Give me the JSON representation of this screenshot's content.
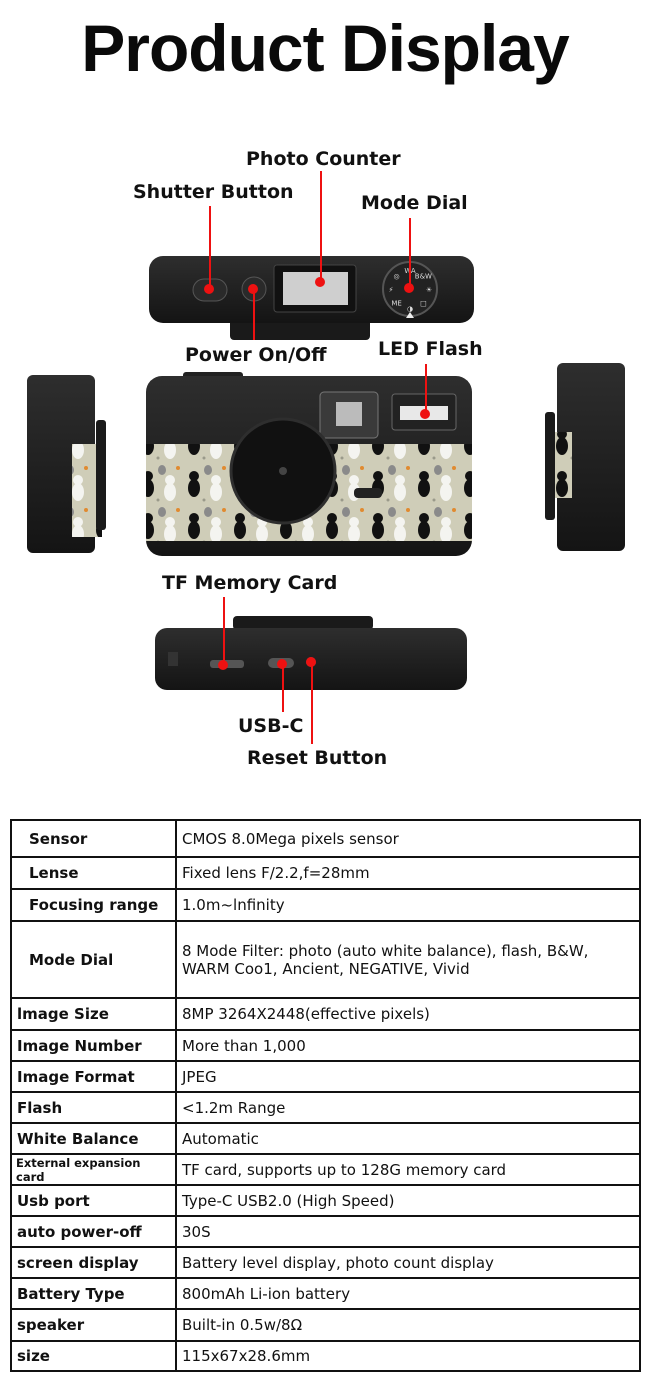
{
  "title": "Product Display",
  "labels": {
    "photo_counter": "Photo Counter",
    "shutter_button": "Shutter Button",
    "mode_dial": "Mode Dial",
    "power": "Power On/Off",
    "led_flash": "LED Flash",
    "tf_card": "TF Memory Card",
    "usb_c": "USB-C",
    "reset_button": "Reset Button"
  },
  "dial_marks": [
    "WA",
    "B&W",
    "☀",
    "□",
    "◑",
    "ME",
    "⚡",
    "◎"
  ],
  "colors": {
    "accent": "#e11111",
    "camera_body": "#1c1c1c",
    "pattern_bg": "#cfcdb8"
  },
  "specs": [
    {
      "key": "Sensor",
      "value": "CMOS 8.0Mega pixels sensor"
    },
    {
      "key": "Lense",
      "value": "Fixed lens F/2.2,f=28mm"
    },
    {
      "key": "Focusing range",
      "value": "1.0m~lnfinity"
    },
    {
      "key": "Mode Dial",
      "value": "8 Mode Filter: photo (auto white balance), flash, B&W, WARM Coo1, Ancient, NEGATIVE, Vivid"
    },
    {
      "key": "lmage Size",
      "value": "8MP 3264X2448(effective pixels)"
    },
    {
      "key": "Image Number",
      "value": "More than 1,000"
    },
    {
      "key": "Image Format",
      "value": "JPEG"
    },
    {
      "key": "Flash",
      "value": "<1.2m Range"
    },
    {
      "key": "White Balance",
      "value": "Automatic"
    },
    {
      "key": "External expansion card",
      "value": "TF card, supports up to 128G memory card"
    },
    {
      "key": "Usb port",
      "value": "Type-C USB2.0 (High Speed)"
    },
    {
      "key": "auto power-off",
      "value": "30S"
    },
    {
      "key": "screen display",
      "value": "Battery level display, photo count display"
    },
    {
      "key": "Battery Type",
      "value": "800mAh Li-ion battery"
    },
    {
      "key": "speaker",
      "value": "Built-in 0.5w/8Ω"
    },
    {
      "key": "size",
      "value": "115x67x28.6mm"
    }
  ]
}
